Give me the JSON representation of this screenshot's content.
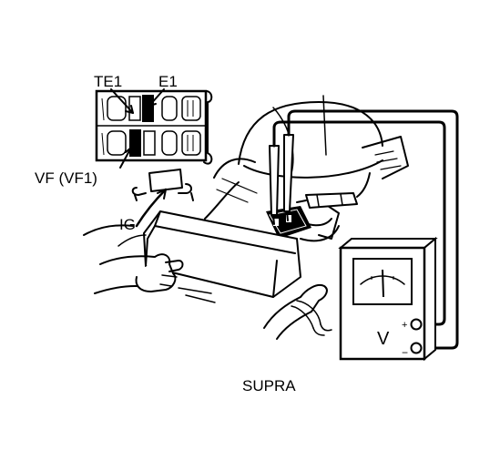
{
  "diagram": {
    "labels": {
      "te1": "TE1",
      "e1": "E1",
      "vf": "VF (VF1)",
      "ig": "IG",
      "caption": "SUPRA"
    },
    "meter": {
      "symbol": "V",
      "plus": "+",
      "minus": "−"
    }
  },
  "colors": {
    "ink": "#000000",
    "paper": "#ffffff"
  }
}
